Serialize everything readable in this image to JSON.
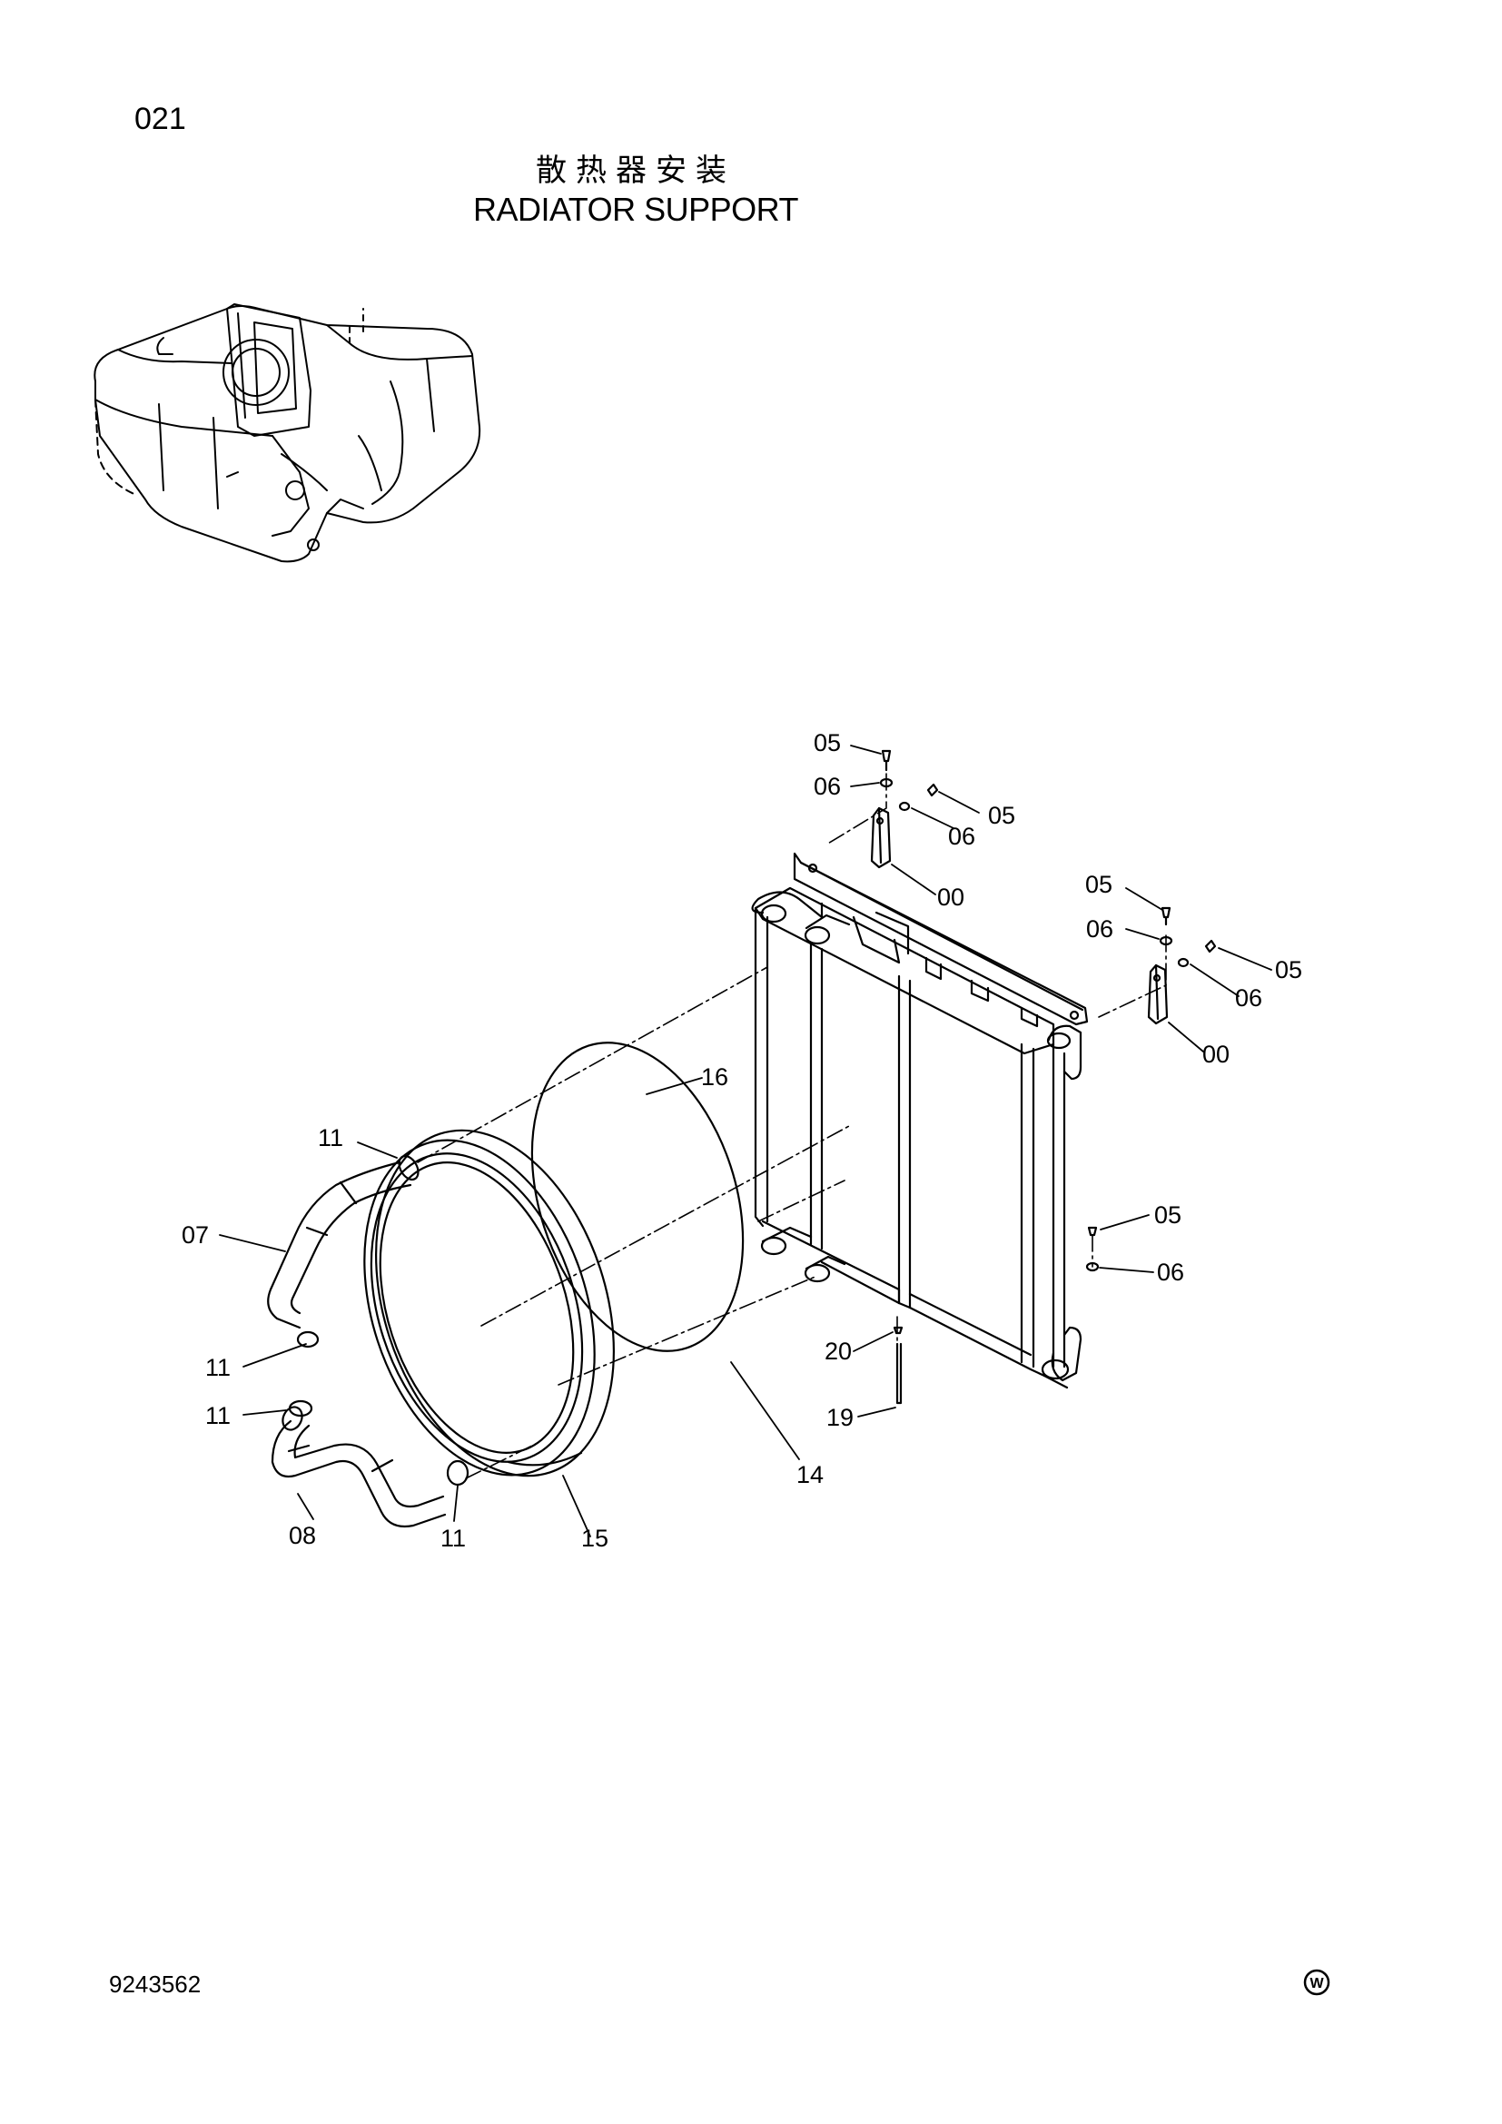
{
  "page": {
    "number": "021",
    "title_cn": "散热器安装",
    "title_en": "RADIATOR SUPPORT",
    "doc_number": "9243562",
    "mark": "W"
  },
  "callouts": {
    "c05a": "05",
    "c06a": "06",
    "c05b": "05",
    "c06b": "06",
    "c00a": "00",
    "c05c": "05",
    "c06c": "06",
    "c05d": "05",
    "c06d": "06",
    "c00b": "00",
    "c16": "16",
    "c11a": "11",
    "c07": "07",
    "c11b": "11",
    "c11c": "11",
    "c08": "08",
    "c11d": "11",
    "c15": "15",
    "c14": "14",
    "c05e": "05",
    "c06e": "06",
    "c20": "20",
    "c19": "19"
  }
}
